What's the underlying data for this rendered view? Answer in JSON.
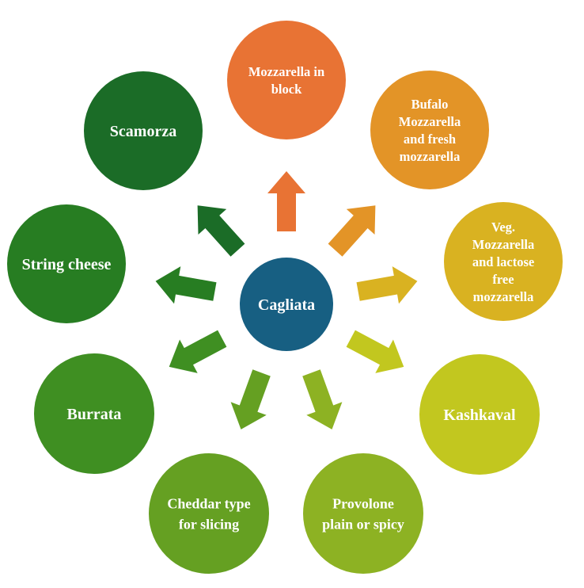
{
  "diagram": {
    "center": {
      "label": "Cagliata",
      "color": "#175f82"
    },
    "nodes": [
      {
        "label_lines": [
          "Mozzarella in",
          "block"
        ],
        "color": "#e87334",
        "direction": "up"
      },
      {
        "label_lines": [
          "Bufalo",
          "Mozzarella",
          "and fresh",
          "mozzarella"
        ],
        "color": "#e39427",
        "direction": "up-right"
      },
      {
        "label_lines": [
          "Veg.",
          "Mozzarella",
          "and lactose",
          "free",
          "mozzarella"
        ],
        "color": "#d9b221",
        "direction": "right"
      },
      {
        "label_lines": [
          "Kashkaval"
        ],
        "color": "#c2c71f",
        "direction": "down-right"
      },
      {
        "label_lines": [
          "Provolone",
          "plain or spicy"
        ],
        "color": "#8db223",
        "direction": "down"
      },
      {
        "label_lines": [
          "Cheddar type",
          "for slicing"
        ],
        "color": "#65a022",
        "direction": "down"
      },
      {
        "label_lines": [
          "Burrata"
        ],
        "color": "#3f8f22",
        "direction": "down-left"
      },
      {
        "label_lines": [
          "String cheese"
        ],
        "color": "#277d22",
        "direction": "left"
      },
      {
        "label_lines": [
          "Scamorza"
        ],
        "color": "#1b6c27",
        "direction": "up-left"
      }
    ]
  }
}
